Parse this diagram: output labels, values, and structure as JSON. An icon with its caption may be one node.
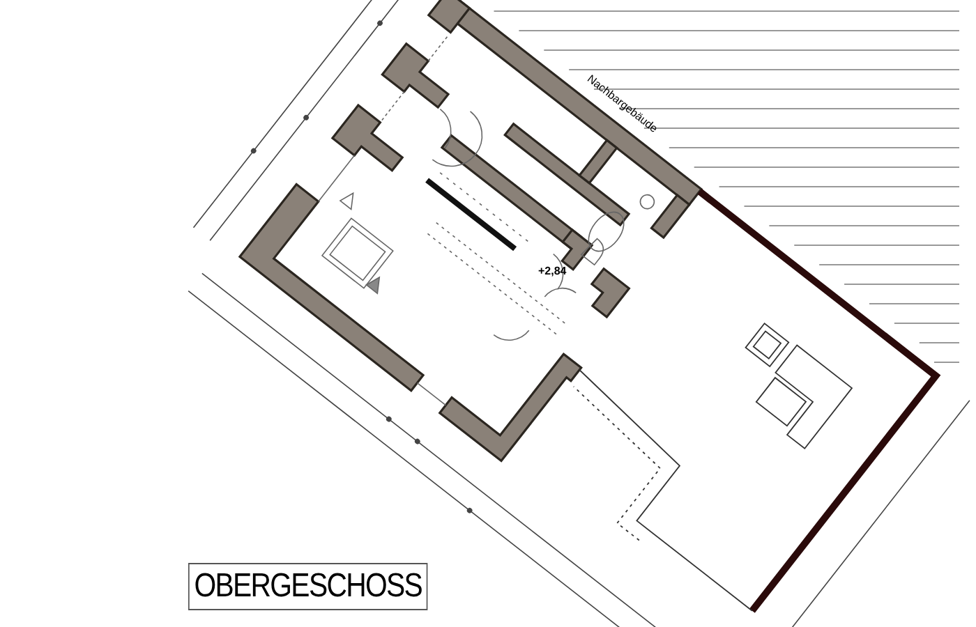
{
  "diagram": {
    "title": "OBERGESCHOSS",
    "labels": [
      "Nachbargebäude",
      "+2,84"
    ]
  }
}
